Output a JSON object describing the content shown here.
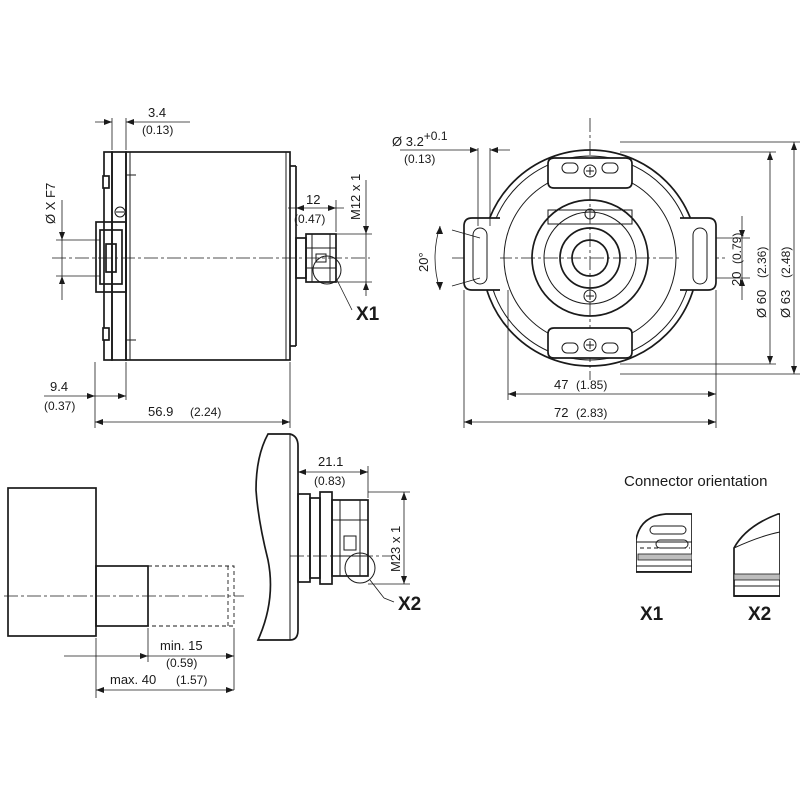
{
  "side_view": {
    "dim_flange_width": "3.4",
    "dim_flange_width_in": "(0.13)",
    "dim_bore_label": "Ø X F7",
    "dim_connector_len": "12",
    "dim_connector_len_in": "(0.47)",
    "dim_thread": "M12 x 1",
    "dim_offset": "9.4",
    "dim_offset_in": "(0.37)",
    "dim_total_len": "56.9",
    "dim_total_len_in": "(2.24)",
    "connector_label": "X1"
  },
  "front_view": {
    "dim_hole": "Ø 3.2",
    "dim_hole_tol": "+0.1",
    "dim_hole_in": "(0.13)",
    "dim_angle": "20°",
    "dim_slot_height": "20",
    "dim_slot_height_in": "(0.79)",
    "dim_d60": "Ø 60",
    "dim_d60_in": "(2.36)",
    "dim_d63": "Ø 63",
    "dim_d63_in": "(2.48)",
    "dim_width_47": "47",
    "dim_width_47_in": "(1.85)",
    "dim_width_72": "72",
    "dim_width_72_in": "(2.83)"
  },
  "connector_view": {
    "dim_len": "21.1",
    "dim_len_in": "(0.83)",
    "dim_thread": "M23 x 1",
    "connector_label": "X2"
  },
  "shaft_view": {
    "dim_min": "min. 15",
    "dim_min_in": "(0.59)",
    "dim_max": "max. 40",
    "dim_max_in": "(1.57)"
  },
  "orientation": {
    "title": "Connector orientation",
    "label_x1": "X1",
    "label_x2": "X2"
  }
}
